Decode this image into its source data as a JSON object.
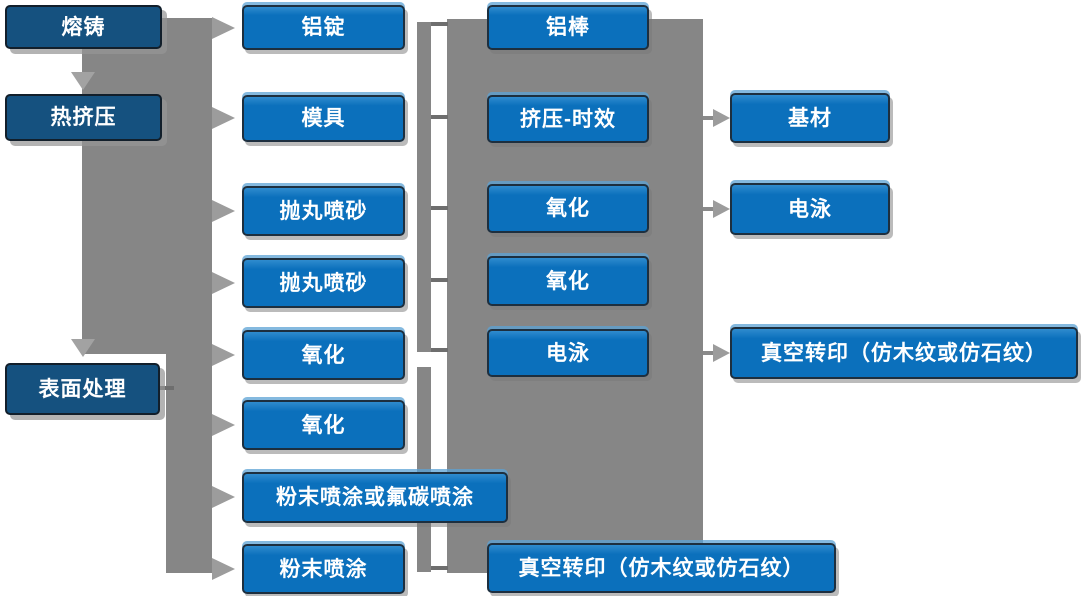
{
  "diagram": {
    "description": "aluminum profile production process flowchart",
    "colors": {
      "stage_box": "#15517f",
      "process_box": "#0b70bc",
      "connector_gray": "#868686",
      "connector_line": "#6e6e6e",
      "arrowhead_gray": "#9c9c9c",
      "text": "#ffffff"
    },
    "nodes": {
      "smelting": {
        "label": "熔铸"
      },
      "hot_extrusion": {
        "label": "热挤压"
      },
      "surface_treatment": {
        "label": "表面处理"
      },
      "aluminum_ingot": {
        "label": "铝锭"
      },
      "mold": {
        "label": "模具"
      },
      "shot_blasting_1": {
        "label": "抛丸喷砂"
      },
      "shot_blasting_2": {
        "label": "抛丸喷砂"
      },
      "oxidation_1": {
        "label": "氧化"
      },
      "oxidation_2": {
        "label": "氧化"
      },
      "powder_or_fluorocarbon": {
        "label": "粉末喷涂或氟碳喷涂"
      },
      "powder_coating": {
        "label": "粉末喷涂"
      },
      "aluminum_rod": {
        "label": "铝棒"
      },
      "extrusion_aging": {
        "label": "挤压-时效"
      },
      "oxidation_3": {
        "label": "氧化"
      },
      "oxidation_4": {
        "label": "氧化"
      },
      "electrophoresis_1": {
        "label": "电泳"
      },
      "vacuum_transfer_1": {
        "label": "真空转印（仿木纹或仿石纹）"
      },
      "substrate": {
        "label": "基材"
      },
      "electrophoresis_2": {
        "label": "电泳"
      },
      "vacuum_transfer_2": {
        "label": "真空转印（仿木纹或仿石纹）"
      }
    }
  }
}
